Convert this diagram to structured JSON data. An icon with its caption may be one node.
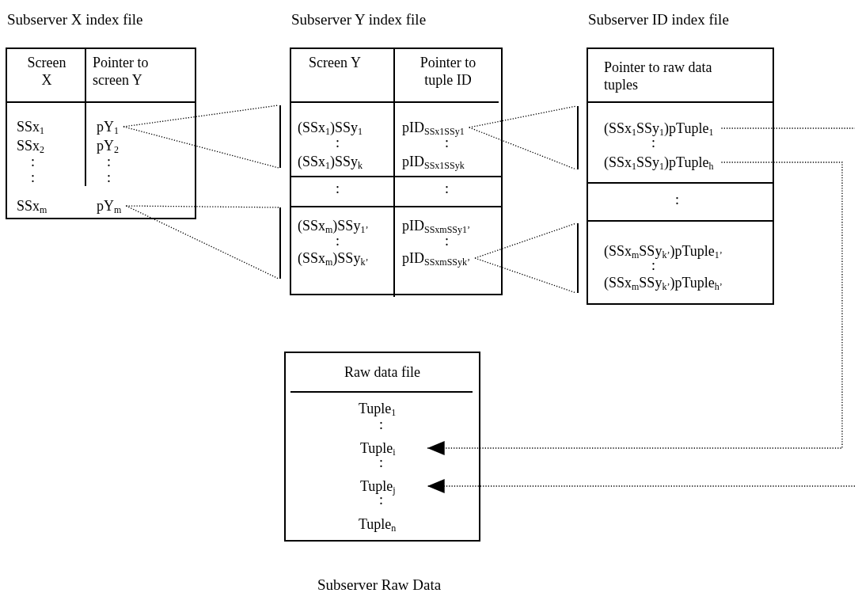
{
  "diagram": {
    "nodes": [
      {
        "text": [
          "Subserver X index file"
        ]
      },
      {
        "text": [
          "Screen X"
        ],
        "in": 0
      },
      {
        "text": [
          "Pointer to screen Y"
        ],
        "in": 0
      },
      {
        "text": [
          "SSx$_{1}$"
        ],
        "in": 0
      },
      {
        "text": [
          "SSx$_{2}$"
        ],
        "in": 0
      },
      {
        "text": [
          ":"
        ],
        "in": 0
      },
      {
        "text": [
          ":"
        ],
        "in": 0
      },
      {
        "text": [
          "SSx$_{m}$"
        ],
        "in": 0
      },
      {
        "text": [
          "pY$_{1}$"
        ],
        "in": 0
      },
      {
        "text": [
          "pY$_{2}$"
        ],
        "in": 0
      },
      {
        "text": [
          ":"
        ],
        "in": 0
      },
      {
        "text": [
          ":"
        ],
        "in": 0
      },
      {
        "text": [
          "pY$_{m}$"
        ],
        "in": 0
      },
      {
        "text": [],
        "shape": "bar"
      },
      {
        "text": [],
        "shape": "bar"
      },
      {
        "text": [
          "Subserver Y index file"
        ]
      },
      {
        "text": [
          "Screen Y"
        ],
        "in": 15
      },
      {
        "text": [
          "Pointer to tuple ID"
        ],
        "in": 15
      },
      {
        "text": [
          "(SSx$_{1}$)SSy$_{1}$"
        ],
        "in": 15
      },
      {
        "text": [
          ":"
        ],
        "in": 15
      },
      {
        "text": [
          "(SSx$_{1}$)SSy$_{k}$"
        ],
        "in": 15
      },
      {
        "text": [
          "pID$_{SSx1SSy1}$"
        ],
        "in": 15
      },
      {
        "text": [
          ":"
        ],
        "in": 15
      },
      {
        "text": [
          "pID$_{SSx1SSyk}$"
        ],
        "in": 15
      },
      {
        "text": [
          ":"
        ],
        "in": 15
      },
      {
        "text": [
          ":"
        ],
        "in": 15
      },
      {
        "text": [
          "(SSx$_{m}$)SSy$_{1’}$"
        ],
        "in": 15
      },
      {
        "text": [
          ":"
        ],
        "in": 15
      },
      {
        "text": [
          "(SSx$_{m}$)SSy$_{k’}$"
        ],
        "in": 15
      },
      {
        "text": [
          "pID$_{SSxmSSy1’}$"
        ],
        "in": 15
      },
      {
        "text": [
          ":"
        ],
        "in": 15
      },
      {
        "text": [
          "pID$_{SSxmSSyk’}$"
        ],
        "in": 15
      },
      {
        "text": [],
        "shape": "bar"
      },
      {
        "text": [],
        "shape": "bar"
      },
      {
        "text": [
          "Subserver ID index file"
        ]
      },
      {
        "text": [
          "Pointer to raw data tuples"
        ],
        "in": 34
      },
      {
        "text": [
          "(SSx$_{1}$SSy$_{1}$)pTuple$_{1}$"
        ],
        "in": 34
      },
      {
        "text": [
          ":"
        ],
        "in": 34
      },
      {
        "text": [
          "(SSx$_{1}$SSy$_{1}$)pTuple$_{h}$"
        ],
        "in": 34
      },
      {
        "text": [
          ":"
        ],
        "in": 34
      },
      {
        "text": [
          "(SSx$_{m}$SSy$_{k’}$)pTuple$_{1’}$"
        ],
        "in": 34
      },
      {
        "text": [
          ":"
        ],
        "in": 34
      },
      {
        "text": [
          "(SSx$_{m}$SSy$_{k’}$)pTuple$_{h’}$"
        ],
        "in": 34
      },
      {
        "text": [
          "Subserver Raw Data"
        ]
      },
      {
        "text": [
          "Raw data file"
        ],
        "in": 43
      },
      {
        "text": [
          "Tuple$_{1}$"
        ],
        "in": 43
      },
      {
        "text": [
          ":"
        ],
        "in": 43
      },
      {
        "text": [
          "Tuple$_{i}$"
        ],
        "in": 43
      },
      {
        "text": [
          ":"
        ],
        "in": 43
      },
      {
        "text": [
          "Tuple$_{j}$"
        ],
        "in": 43
      },
      {
        "text": [
          ":"
        ],
        "in": 43
      },
      {
        "text": [
          "Tuple$_{n}$"
        ],
        "in": 43
      }
    ],
    "edges": [
      {
        "from": 8,
        "to": 13,
        "arrow": "none"
      },
      {
        "from": 8,
        "to": 13,
        "arrow": "none"
      },
      {
        "from": 12,
        "to": 14,
        "arrow": "none"
      },
      {
        "from": 12,
        "to": 14,
        "arrow": "none"
      },
      {
        "from": 21,
        "to": 32,
        "arrow": "none"
      },
      {
        "from": 21,
        "to": 32,
        "arrow": "none"
      },
      {
        "from": 31,
        "to": 33,
        "arrow": "none"
      },
      {
        "from": 31,
        "to": 33,
        "arrow": "none"
      },
      {
        "from": 36,
        "to": null,
        "arrow": "none"
      },
      {
        "from": 38,
        "to": 47,
        "arrow": "to"
      },
      {
        "from": null,
        "to": 49,
        "arrow": "to"
      }
    ]
  }
}
